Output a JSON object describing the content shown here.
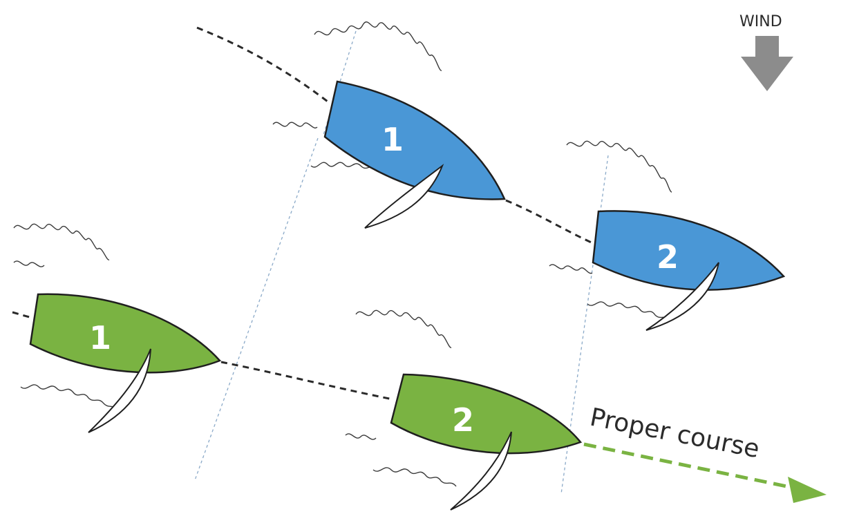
{
  "wind": {
    "label": "WIND",
    "arrow_color": "#8c8c8c"
  },
  "boats": [
    {
      "id": "blue-1",
      "label": "1",
      "color": "#4a97d6"
    },
    {
      "id": "blue-2",
      "label": "2",
      "color": "#4a97d6"
    },
    {
      "id": "green-1",
      "label": "1",
      "color": "#7ab342"
    },
    {
      "id": "green-2",
      "label": "2",
      "color": "#7ab342"
    }
  ],
  "course": {
    "label": "Proper course",
    "arrow_color": "#7ab342"
  },
  "colors": {
    "blue": "#4a97d6",
    "green": "#7ab342",
    "track": "#2a2a2a",
    "guide": "#8aa9c8"
  }
}
